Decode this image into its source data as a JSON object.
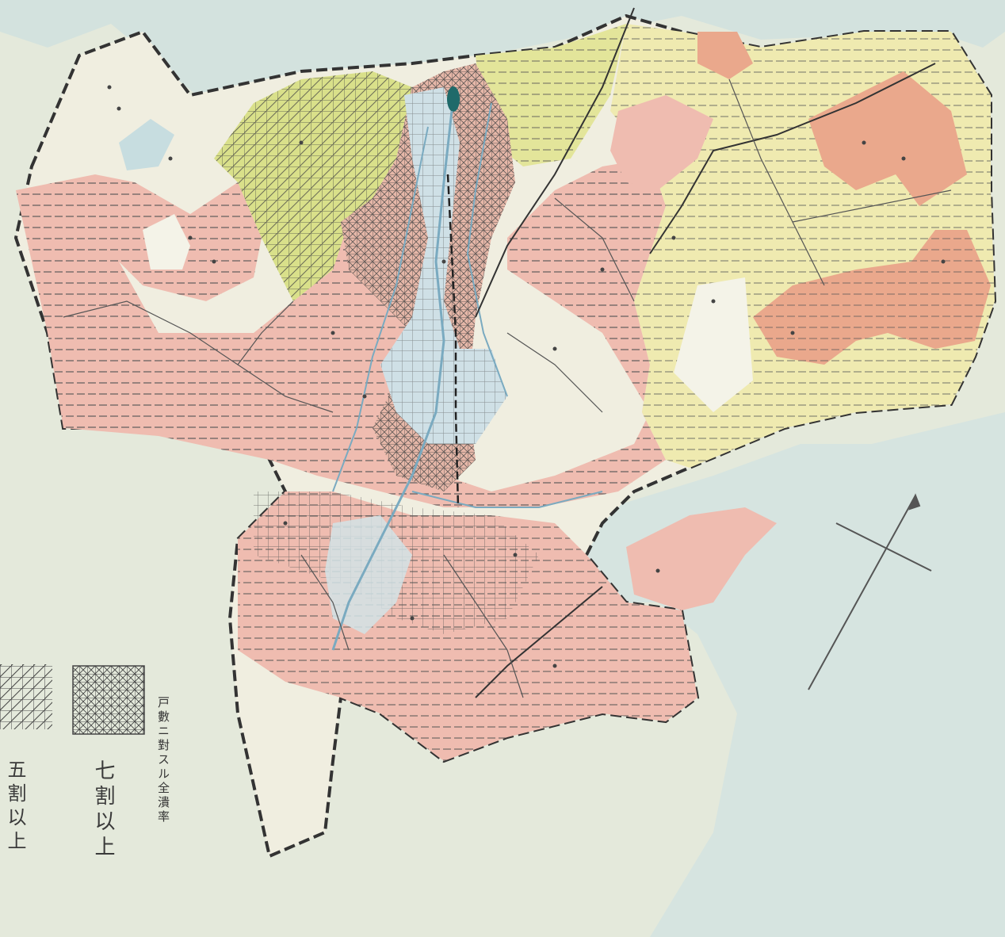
{
  "legend": {
    "title": "戸數ニ對スル全潰率",
    "items": [
      {
        "label": "五割以上",
        "pattern": "diagonal-grid"
      },
      {
        "label": "七割以上",
        "pattern": "dense-crosshatch"
      }
    ]
  },
  "colors": {
    "background": "#e4e9db",
    "sea": "#cfe0e0",
    "pink_region": "#efbcb0",
    "salmon_region": "#eaa88c",
    "yellow_region": "#efeab0",
    "green_region": "#d9e08a",
    "lake": "#1f6a6a",
    "river": "#7aaac0"
  }
}
